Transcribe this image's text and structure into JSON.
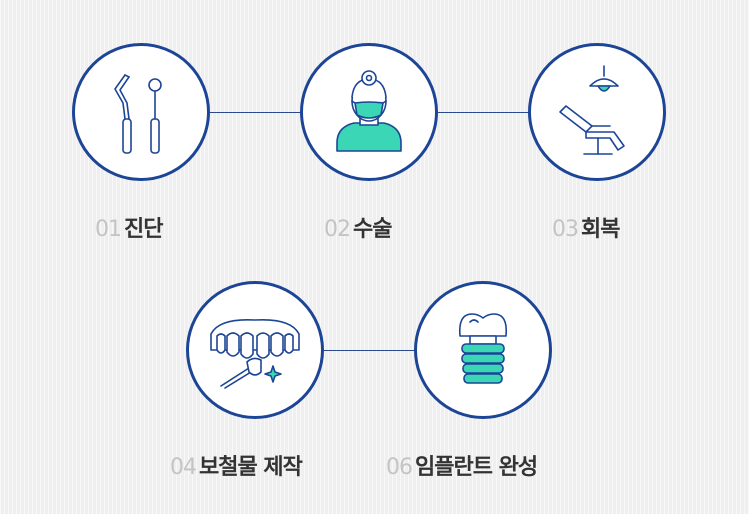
{
  "colors": {
    "circle_border": "#1d4596",
    "connector": "#2a4a8c",
    "icon_stroke": "#1d4596",
    "mint_accent": "#3ad6b5",
    "number": "#c4c4c4",
    "label": "#333333"
  },
  "steps": [
    {
      "number": "01",
      "label": "진단",
      "icon": "dental-tools-icon"
    },
    {
      "number": "02",
      "label": "수술",
      "icon": "dentist-icon"
    },
    {
      "number": "03",
      "label": "회복",
      "icon": "dental-chair-icon"
    },
    {
      "number": "04",
      "label": "보철물 제작",
      "icon": "dental-prosthesis-icon"
    },
    {
      "number": "06",
      "label": "임플란트 완성",
      "icon": "implant-icon"
    }
  ]
}
